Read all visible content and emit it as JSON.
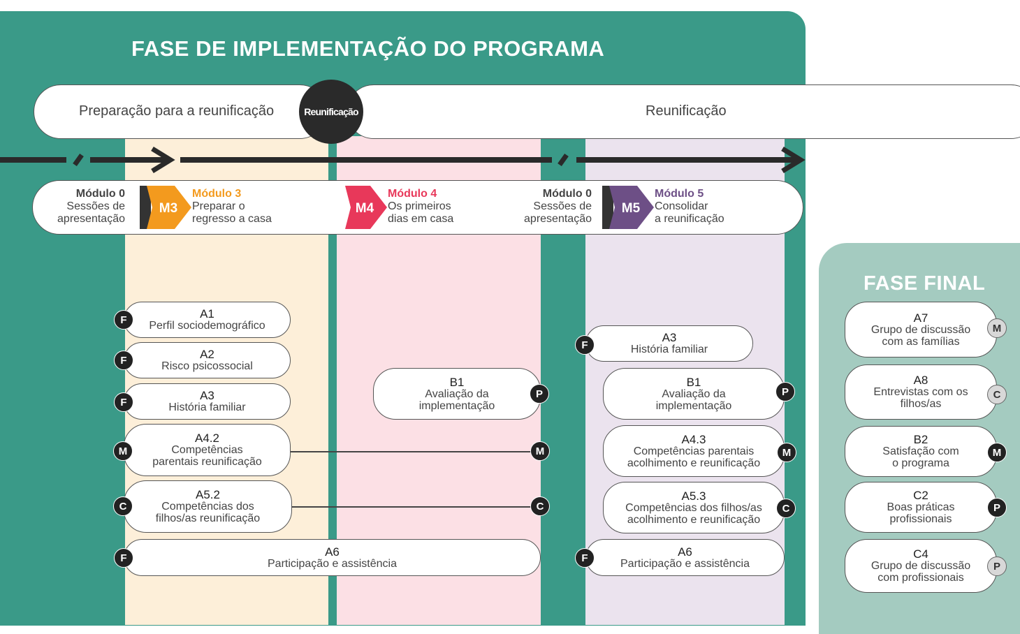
{
  "colors": {
    "teal": "#3a9a88",
    "teal_light": "#a4cbc0",
    "orange": "#f39a1e",
    "red": "#e8385a",
    "purple": "#6d4f86",
    "band_orange": "#fdefd9",
    "band_pink": "#fce0e5",
    "band_purple": "#ebe3ee"
  },
  "titles": {
    "main": "FASE DE IMPLEMENTAÇÃO DO PROGRAMA",
    "final": "FASE FINAL"
  },
  "phases": {
    "left": "Preparação para a reunificação",
    "center": "Reunificação",
    "right": "Reunificação"
  },
  "modules": {
    "m0a": {
      "title": "Módulo 0",
      "line1": "Sessões de",
      "line2": "apresentação"
    },
    "m3": {
      "icon": "M3",
      "title": "Módulo 3",
      "line1": "Preparar o",
      "line2": "regresso a casa"
    },
    "m4": {
      "icon": "M4",
      "title": "Módulo 4",
      "line1": "Os primeiros",
      "line2": "dias em casa"
    },
    "m0b": {
      "title": "Módulo 0",
      "line1": "Sessões de",
      "line2": "apresentação"
    },
    "m5": {
      "icon": "M5",
      "title": "Módulo 5",
      "line1": "Consolidar",
      "line2": "a reunificação"
    }
  },
  "boxes": {
    "a1": {
      "code": "A1",
      "l1": "Perfil sociodemográfico",
      "badge": "F"
    },
    "a2": {
      "code": "A2",
      "l1": "Risco psicossocial",
      "badge": "F"
    },
    "a3": {
      "code": "A3",
      "l1": "História familiar",
      "badge": "F"
    },
    "a42": {
      "code": "A4.2",
      "l1": "Competências",
      "l2": "parentais reunificação",
      "badge": "M"
    },
    "a52": {
      "code": "A5.2",
      "l1": "Competências dos",
      "l2": "filhos/as reunificação",
      "badge": "C"
    },
    "a6": {
      "code": "A6",
      "l1": "Participação e assistência",
      "badge": "F"
    },
    "b1a": {
      "code": "B1",
      "l1": "Avaliação da",
      "l2": "implementação",
      "badge": "P"
    },
    "a42_end_badge": "M",
    "a52_end_badge": "C",
    "a3b": {
      "code": "A3",
      "l1": "História familiar",
      "badge": "F"
    },
    "b1b": {
      "code": "B1",
      "l1": "Avaliação da",
      "l2": "implementação",
      "badge": "P"
    },
    "a43": {
      "code": "A4.3",
      "l1": "Competências parentais",
      "l2": "acolhimento e reunificação",
      "badge": "M"
    },
    "a53": {
      "code": "A5.3",
      "l1": "Competências dos filhos/as",
      "l2": "acolhimento e reunificação",
      "badge": "C"
    },
    "a6b": {
      "code": "A6",
      "l1": "Participação e assistência",
      "badge": "F"
    },
    "a7": {
      "code": "A7",
      "l1": "Grupo de discussão",
      "l2": "com as famílias",
      "badge": "M"
    },
    "a8": {
      "code": "A8",
      "l1": "Entrevistas com os",
      "l2": "filhos/as",
      "badge": "C"
    },
    "b2": {
      "code": "B2",
      "l1": "Satisfação com",
      "l2": "o programa",
      "badge": "M"
    },
    "c2": {
      "code": "C2",
      "l1": "Boas práticas",
      "l2": "profissionais",
      "badge": "P"
    },
    "c4": {
      "code": "C4",
      "l1": "Grupo de discussão",
      "l2": "com profissionais",
      "badge": "P"
    }
  }
}
